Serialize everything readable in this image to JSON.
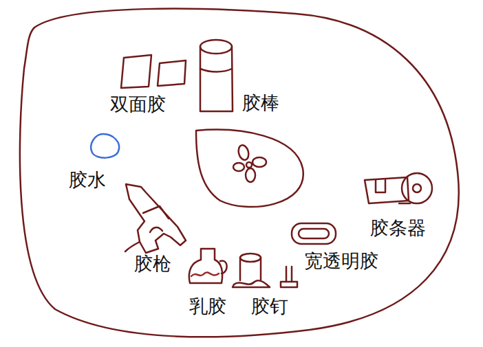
{
  "diagram": {
    "labels": [
      "双面胶",
      "胶棒",
      "胶水",
      "胶条器",
      "宽透明胶",
      "胶枪",
      "乳胶",
      "胶钉"
    ]
  }
}
